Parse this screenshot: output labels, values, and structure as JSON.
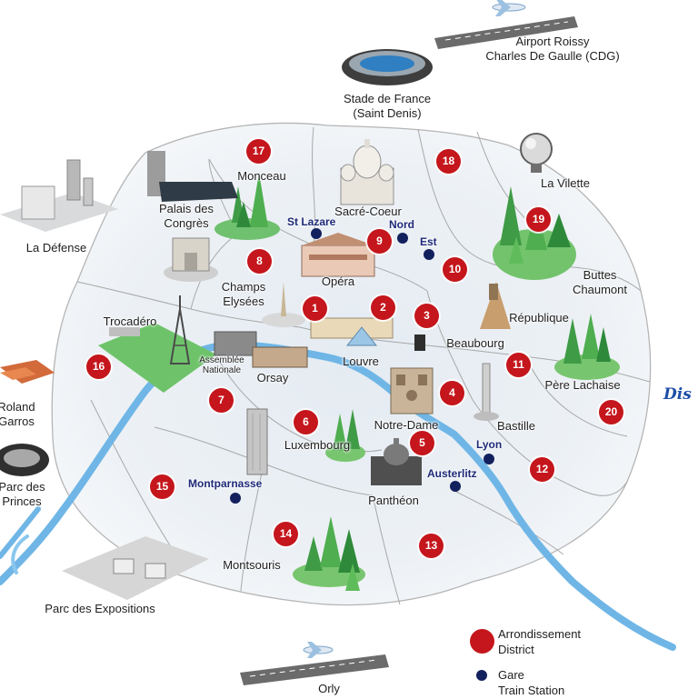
{
  "arrondissements": [
    "1",
    "2",
    "3",
    "4",
    "5",
    "6",
    "7",
    "8",
    "9",
    "10",
    "11",
    "12",
    "13",
    "14",
    "15",
    "16",
    "17",
    "18",
    "19",
    "20"
  ],
  "stations": {
    "st_lazare": "St Lazare",
    "nord": "Nord",
    "est": "Est",
    "montparnasse": "Montparnasse",
    "austerlitz": "Austerlitz",
    "lyon": "Lyon"
  },
  "places": {
    "airport_cdg": "Airport Roissy\nCharles De Gaulle (CDG)",
    "stade_de_france": "Stade de France\n(Saint Denis)",
    "la_villette": "La Vilette",
    "monceau": "Monceau",
    "sacre_coeur": "Sacré-Coeur",
    "palais_des_congres": "Palais des\nCongrès",
    "la_defense": "La Défense",
    "buttes_chaumont": "Buttes\nChaumont",
    "champs_elysees": "Champs\nElysées",
    "opera": "Opéra",
    "trocadero": "Trocadéro",
    "republique": "République",
    "assemblee_nationale": "Assemblée\nNationale",
    "orsay": "Orsay",
    "louvre": "Louvre",
    "beaubourg": "Beaubourg",
    "pere_lachaise": "Père Lachaise",
    "roland_garros": "Roland\nGarros",
    "notre_dame": "Notre-Dame",
    "bastille": "Bastille",
    "luxembourg": "Luxembourg",
    "parc_des_princes": "Parc des\nPrinces",
    "pantheon": "Panthéon",
    "montsouris": "Montsouris",
    "parc_des_expositions": "Parc des Expositions",
    "orly": "Orly",
    "disney": "Dis"
  },
  "legend": {
    "district_line1": "Arrondissement",
    "district_line2": "District",
    "station_line1": "Gare",
    "station_line2": "Train Station"
  },
  "colors": {
    "district_marker": "#c4161c",
    "station_marker": "#13205e",
    "river": "#6fb6e6",
    "park_green": "#5cb85c",
    "boundary": "#9a9a9a"
  }
}
